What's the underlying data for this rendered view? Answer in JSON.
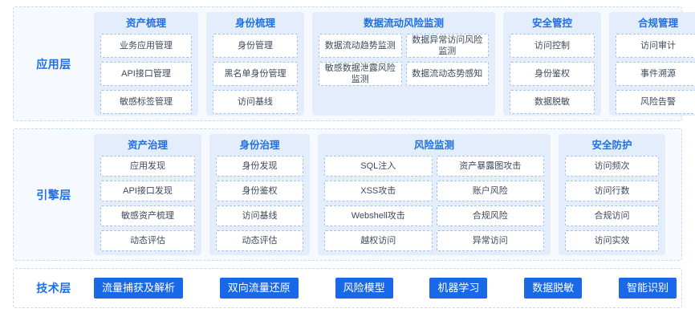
{
  "diagram": {
    "colors": {
      "accent": "#1f6fe5",
      "button": "#1868e8",
      "panel_bg": "#e3edfb",
      "layer_bg": "#f6f9fe",
      "dashed_border": "#9fc3f0",
      "item_text": "#3d4a5c"
    }
  },
  "layers": [
    {
      "id": "application",
      "label": "应用层",
      "groups": [
        {
          "id": "asset-sorting",
          "title": "资产梳理",
          "columns": 1,
          "items": [
            "业务应用管理",
            "API接口管理",
            "敏感标签管理"
          ]
        },
        {
          "id": "identity-sorting",
          "title": "身份梳理",
          "columns": 1,
          "items": [
            "身份管理",
            "黑名单身份管理",
            "访问基线"
          ]
        },
        {
          "id": "data-flow-risk-monitoring",
          "title": "数据流动风险监测",
          "columns": 2,
          "items": [
            "数据流动趋势监测",
            "数据异常访问风险监测",
            "敏感数据泄露风险监测",
            "数据流动态势感知"
          ]
        },
        {
          "id": "security-control",
          "title": "安全管控",
          "columns": 1,
          "items": [
            "访问控制",
            "身份鉴权",
            "数据脱敏"
          ]
        },
        {
          "id": "compliance-management",
          "title": "合规管理",
          "columns": 1,
          "items": [
            "访问审计",
            "事件溯源",
            "风险告警"
          ]
        }
      ]
    },
    {
      "id": "engine",
      "label": "引擎层",
      "groups": [
        {
          "id": "asset-governance",
          "title": "资产治理",
          "columns": 1,
          "items": [
            "应用发现",
            "API接口发现",
            "敏感资产梳理",
            "动态评估"
          ]
        },
        {
          "id": "identity-governance",
          "title": "身份治理",
          "columns": 1,
          "items": [
            "身份发现",
            "身份鉴权",
            "访问基线",
            "动态评估"
          ]
        },
        {
          "id": "risk-monitoring",
          "title": "风险监测",
          "columns": 2,
          "items": [
            "SQL注入",
            "资产暴露图攻击",
            "XSS攻击",
            "账户风险",
            "Webshell攻击",
            "合规风险",
            "越权访问",
            "异常访问"
          ]
        },
        {
          "id": "security-protection",
          "title": "安全防护",
          "columns": 1,
          "items": [
            "访问频次",
            "访问行数",
            "合规访问",
            "访问实效"
          ]
        }
      ]
    }
  ],
  "tech_layer": {
    "id": "technology",
    "label": "技术层",
    "buttons": [
      "流量捕获及解析",
      "双向流量还原",
      "风险模型",
      "机器学习",
      "数据脱敏",
      "智能识别"
    ]
  }
}
